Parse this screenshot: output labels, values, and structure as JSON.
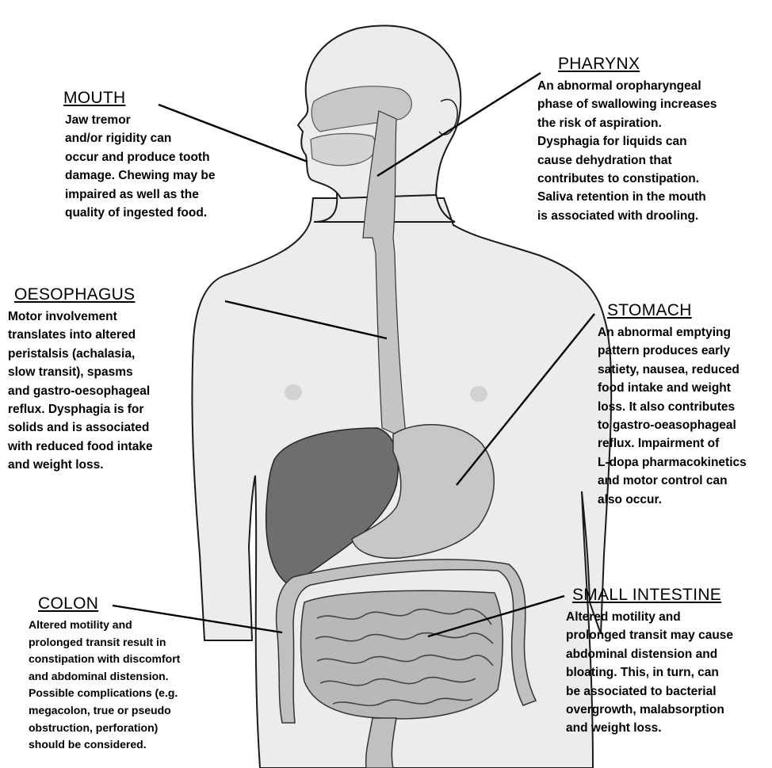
{
  "colors": {
    "skin": "#ececec",
    "outline": "#1a1a1a",
    "organ_light": "#c7c7c7",
    "organ_mid": "#a9a9a9",
    "liver": "#6e6e6e",
    "nipple": "#d2d2d2",
    "leader_line": "#000000"
  },
  "labels": {
    "mouth": {
      "heading": "MOUTH",
      "text": "Jaw tremor\nand/or rigidity can\noccur and produce tooth\ndamage. Chewing may be\nimpaired as well as the\nquality of ingested food."
    },
    "pharynx": {
      "heading": "PHARYNX",
      "text": "An abnormal oropharyngeal\nphase of swallowing increases\nthe risk of aspiration.\nDysphagia for liquids can\ncause dehydration that\ncontributes to constipation.\nSaliva retention in the mouth\nis associated with drooling."
    },
    "oesophagus": {
      "heading": "OESOPHAGUS",
      "text": "Motor involvement\ntranslates into altered\nperistalsis (achalasia,\nslow transit), spasms\nand gastro-oesophageal\nreflux. Dysphagia is for\nsolids and is associated\nwith reduced food intake\nand weight loss."
    },
    "stomach": {
      "heading": "STOMACH",
      "text": "An abnormal emptying\npattern produces early\nsatiety, nausea, reduced\nfood intake and weight\nloss. It also contributes\nto gastro-oeasophageal\nreflux. Impairment of\nL-dopa pharmacokinetics\nand motor control can\nalso occur."
    },
    "colon": {
      "heading": "COLON",
      "text": "Altered motility and\nprolonged transit result in\nconstipation with discomfort\nand abdominal distension.\nPossible complications (e.g.\nmegacolon, true or pseudo\nobstruction, perforation)\nshould be considered."
    },
    "small_intestine": {
      "heading": "SMALL INTESTINE",
      "text": "Altered motility and\nprolonged transit may cause\nabdominal distension and\nbloating. This, in turn, can\nbe associated to bacterial\novergrowth, malabsorption\nand weight loss."
    }
  }
}
